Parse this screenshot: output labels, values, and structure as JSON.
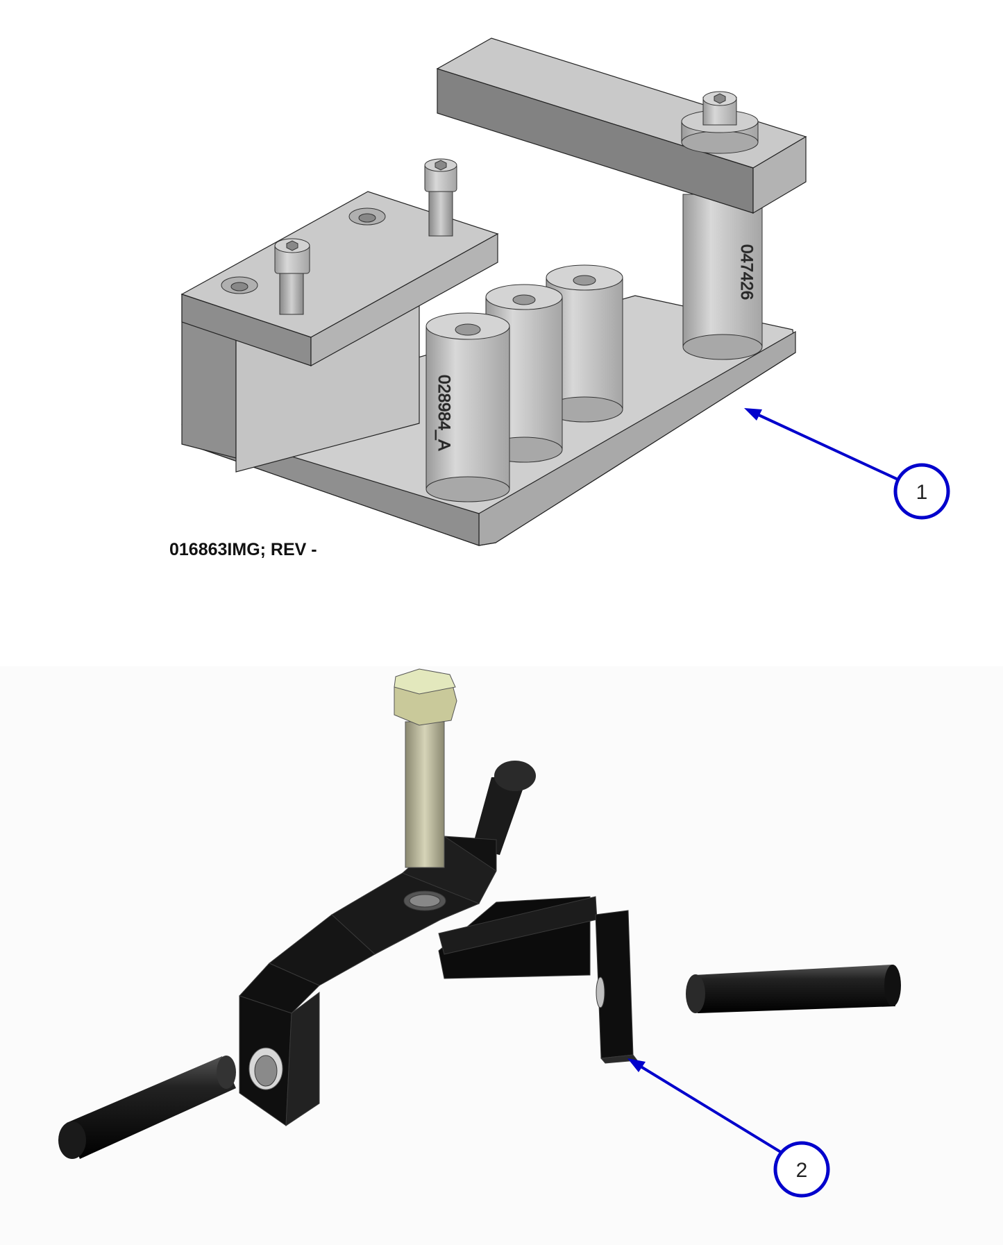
{
  "figure": {
    "caption": "016863IMG; REV -",
    "callout_color": "#0000cc",
    "callouts": [
      {
        "number": "1",
        "target": "fixture base assembly (gray)"
      },
      {
        "number": "2",
        "target": "black adjustable bracket assembly"
      }
    ],
    "part_markings": {
      "tall_post": "047426",
      "front_spacer": "028984_A"
    },
    "colors": {
      "gray_part_top": "#c8c8c8",
      "gray_part_side": "#8a8a8a",
      "black_part": "#1a1a1a",
      "bolt_head": "#d9dfa8"
    }
  }
}
